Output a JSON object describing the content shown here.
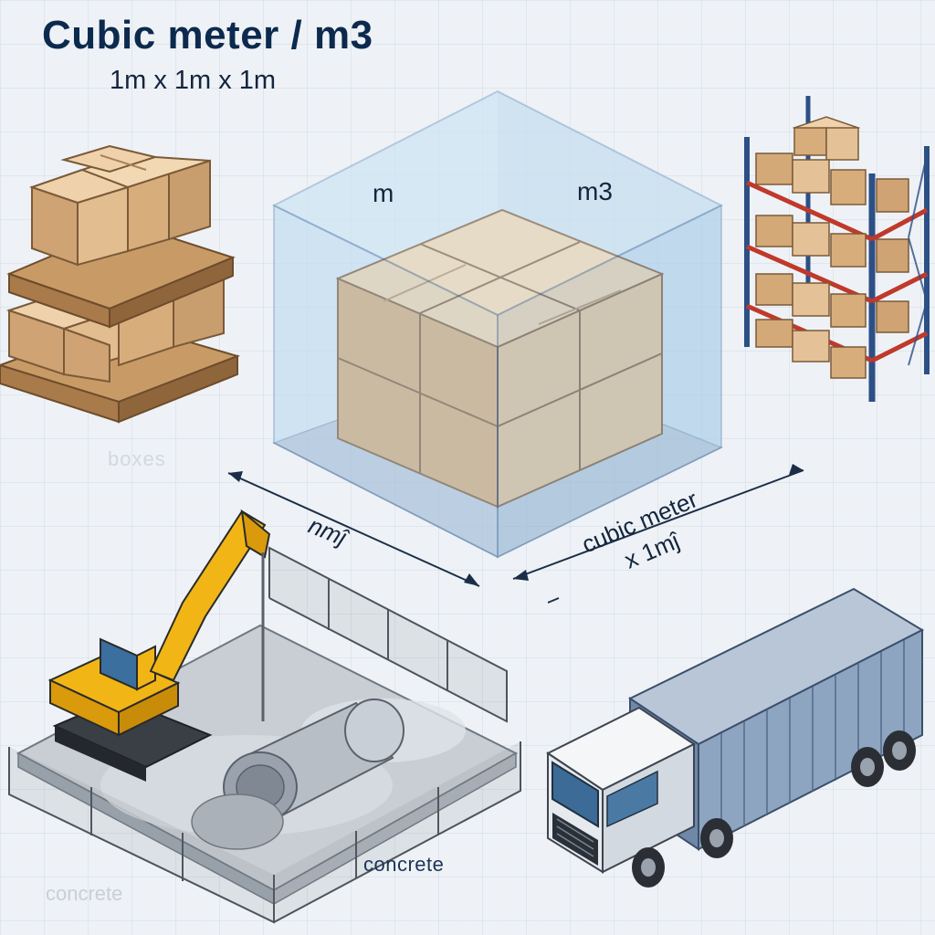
{
  "header": {
    "title": "Cubic meter / m3",
    "dimensions": "1m x 1m x 1m"
  },
  "cube": {
    "label_left": "m",
    "label_right": "m3"
  },
  "dimension_labels": {
    "front_left": "nmĵ",
    "front_right_line1": "cubic meter",
    "front_right_line2": "x 1mĵ"
  },
  "scenes": {
    "construction_label": "concrete",
    "faded_label": "concrete",
    "faded_box_label": "boxes"
  },
  "colors": {
    "title": "#0c2a4d",
    "cardboard": "#d9b48a",
    "glass": "#bcd8ec",
    "rack_red": "#c0392b",
    "rack_blue": "#2c4f86",
    "excavator": "#f1b515",
    "container": "#8ea5c2"
  }
}
